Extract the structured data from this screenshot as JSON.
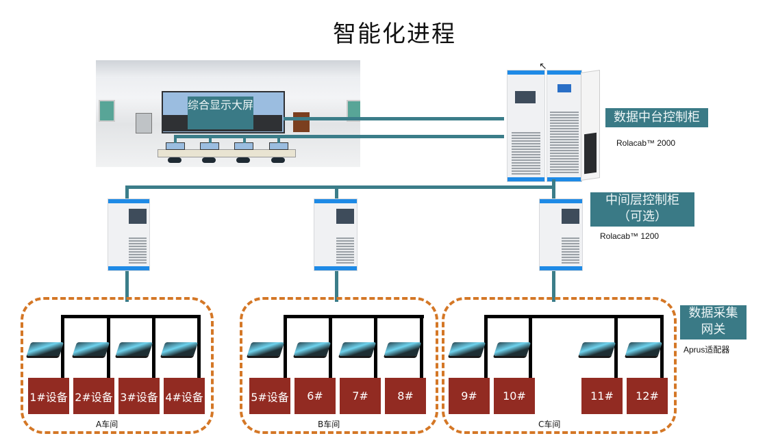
{
  "title": "智能化进程",
  "control_room": {
    "screen_label": "综合显示大屏"
  },
  "data_center_cabinet": {
    "label": "数据中台控制柜",
    "model": "Rolacab™ 2000"
  },
  "middle_cabinet": {
    "label_line1": "中间层控制柜",
    "label_line2": "（可选）",
    "model": "Rolacab™ 1200"
  },
  "gateway": {
    "label_line1": "数据采集",
    "label_line2": "网关",
    "model": "Aprus适配器"
  },
  "workshops": [
    {
      "name": "A车间",
      "devices": [
        "1#设备",
        "2#设备",
        "3#设备",
        "4#设备"
      ]
    },
    {
      "name": "B车间",
      "devices": [
        "5#设备",
        "6#",
        "7#",
        "8#"
      ]
    },
    {
      "name": "C车间",
      "devices": [
        "9#",
        "10#",
        "11#",
        "12#"
      ]
    }
  ],
  "colors": {
    "teal": "#3a7a86",
    "device_red": "#922b22",
    "dashed_orange": "#d47726",
    "cabinet_blue": "#1e8ae6"
  }
}
